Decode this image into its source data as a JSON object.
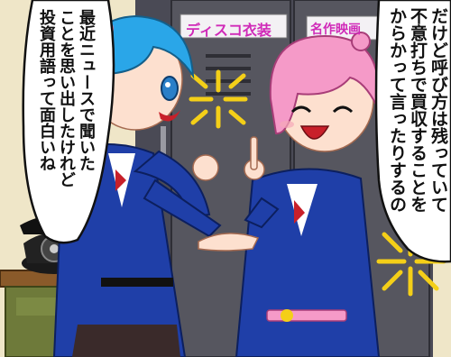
{
  "signs": {
    "left": "ディスコ衣装",
    "right": "名作映画"
  },
  "speech_left": {
    "lines": [
      "最近ニュースで聞いた",
      "ことを思い出したけれど",
      "投資用語って面白いね"
    ]
  },
  "speech_right": {
    "lines": [
      "だけど呼び方は残っていて",
      "不意打ちで買収することを",
      "からかって言ったりするの"
    ]
  },
  "colors": {
    "wall": "#efe6c8",
    "locker": "#4a4a55",
    "blazer": "#1f3fa8",
    "blue_hair": "#2aa6e8",
    "pink_hair": "#f59ac8",
    "sign_text": "#d02ab8"
  }
}
